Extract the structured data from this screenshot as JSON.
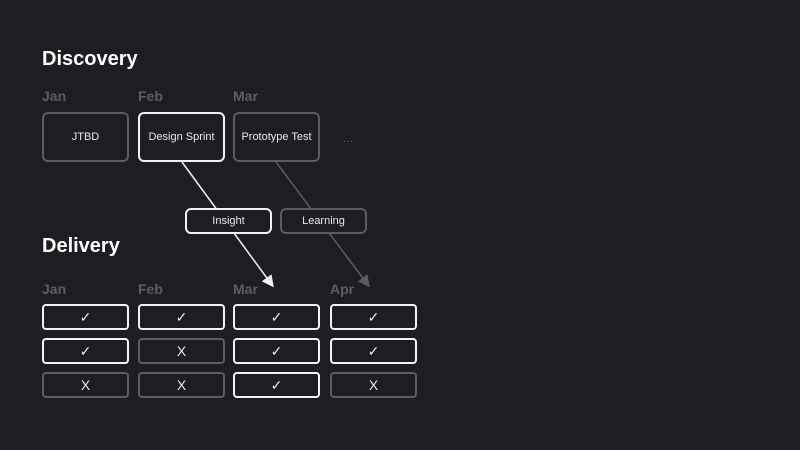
{
  "discovery": {
    "title": "Discovery",
    "months": [
      "Jan",
      "Feb",
      "Mar"
    ],
    "items": [
      {
        "label": "JTBD",
        "active": false
      },
      {
        "label": "Design Sprint",
        "active": true
      },
      {
        "label": "Prototype Test",
        "active": false
      }
    ],
    "more": "..."
  },
  "links": [
    {
      "label": "Insight",
      "active": true
    },
    {
      "label": "Learning",
      "active": false
    }
  ],
  "delivery": {
    "title": "Delivery",
    "months": [
      "Jan",
      "Feb",
      "Mar",
      "Apr"
    ],
    "rows": [
      [
        {
          "v": "✓",
          "a": true
        },
        {
          "v": "✓",
          "a": true
        },
        {
          "v": "✓",
          "a": true
        },
        {
          "v": "✓",
          "a": true
        }
      ],
      [
        {
          "v": "✓",
          "a": true
        },
        {
          "v": "X",
          "a": false
        },
        {
          "v": "✓",
          "a": true
        },
        {
          "v": "✓",
          "a": true
        }
      ],
      [
        {
          "v": "X",
          "a": false
        },
        {
          "v": "X",
          "a": false
        },
        {
          "v": "✓",
          "a": true
        },
        {
          "v": "X",
          "a": false
        }
      ]
    ]
  },
  "colors": {
    "bright": "#f2f2f5",
    "dim": "#5c5b66",
    "bg": "#1e1d22"
  }
}
